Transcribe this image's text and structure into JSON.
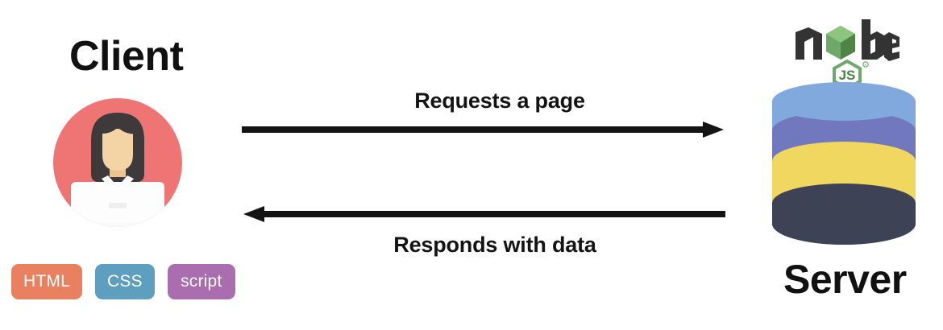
{
  "diagram": {
    "title": "Client Server request response diagram",
    "background": "#ffffff"
  },
  "client": {
    "title": "Client",
    "avatar": {
      "icon_name": "person-with-laptop-avatar",
      "circle_color": "#EF7474",
      "hair_color": "#3E3A3C",
      "skin_color": "#F4D3A4",
      "shirt_color": "#4FC0AC",
      "collar_color": "#FFFFFF",
      "laptop_color": "#FDFDFD",
      "laptop_base_color": "#BFC3C6"
    },
    "badges": [
      {
        "label": "HTML",
        "color": "#E98060",
        "name": "badge-html"
      },
      {
        "label": "CSS",
        "color": "#5E9EBE",
        "name": "badge-css"
      },
      {
        "label": "script",
        "color": "#A96DB0",
        "name": "badge-script"
      }
    ]
  },
  "arrows": [
    {
      "label": "Requests a page",
      "direction": "right",
      "color": "#141414",
      "name": "arrow-request"
    },
    {
      "label": "Responds with data",
      "direction": "left",
      "color": "#141414",
      "name": "arrow-response"
    }
  ],
  "server": {
    "title": "Server",
    "logo": {
      "icon_name": "nodejs-logo",
      "wordmark": "node",
      "sub_wordmark": "JS",
      "dark_color": "#333333",
      "green_color": "#68A063",
      "green_light": "#83CD29",
      "green_dark": "#3F7D33",
      "trademark": "®"
    },
    "database": {
      "icon_name": "database-cylinder-icon",
      "bands": [
        {
          "name": "top-disc",
          "color": "#82A9DE"
        },
        {
          "name": "band-blue",
          "color": "#7178BE"
        },
        {
          "name": "band-yellow",
          "color": "#F0D860"
        },
        {
          "name": "band-navy",
          "color": "#3D4254"
        }
      ]
    }
  }
}
